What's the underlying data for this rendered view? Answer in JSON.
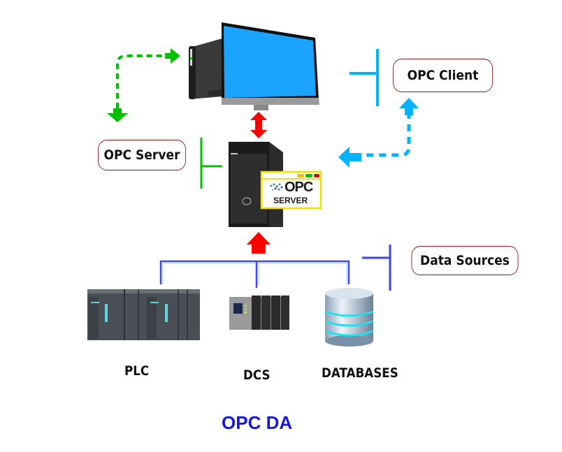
{
  "title": "OPC DA",
  "labels": {
    "opc_client": "OPC Client",
    "opc_server": "OPC Server",
    "data_sources": "Data Sources"
  },
  "devices": [
    {
      "name": "PLC",
      "icon": "plc-rack-icon"
    },
    {
      "name": "DCS",
      "icon": "dcs-controller-icon"
    },
    {
      "name": "DATABASES",
      "icon": "database-icon"
    }
  ],
  "server_badge": {
    "logo_text": "OPC",
    "sub_text": "SERVER"
  },
  "colors": {
    "client_accent": "#00b2ff",
    "server_accent": "#00c000",
    "sources_accent": "#4040ff",
    "link_arrow": "#ff0000",
    "label_border": "#8b1a1a",
    "title": "#1515e6",
    "screen": "#1aa3ff"
  }
}
